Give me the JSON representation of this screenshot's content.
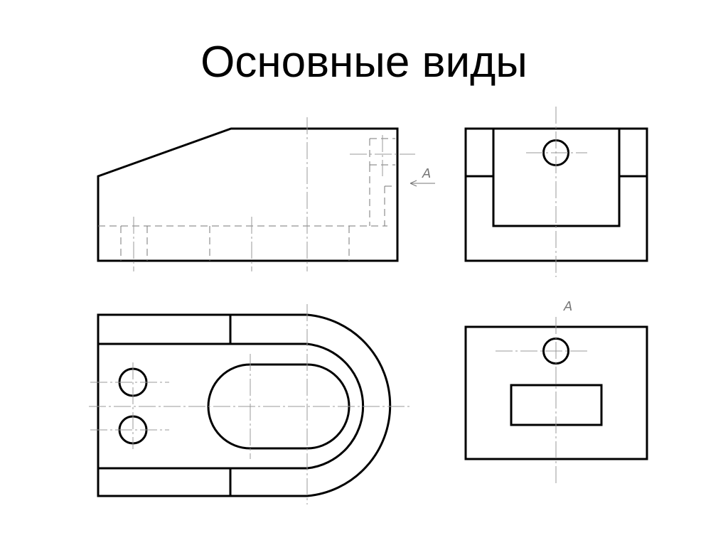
{
  "slide": {
    "title": "Основные виды"
  },
  "views": {
    "front": {
      "view_label": "A"
    },
    "bottom_right": {
      "view_label": "A"
    }
  }
}
